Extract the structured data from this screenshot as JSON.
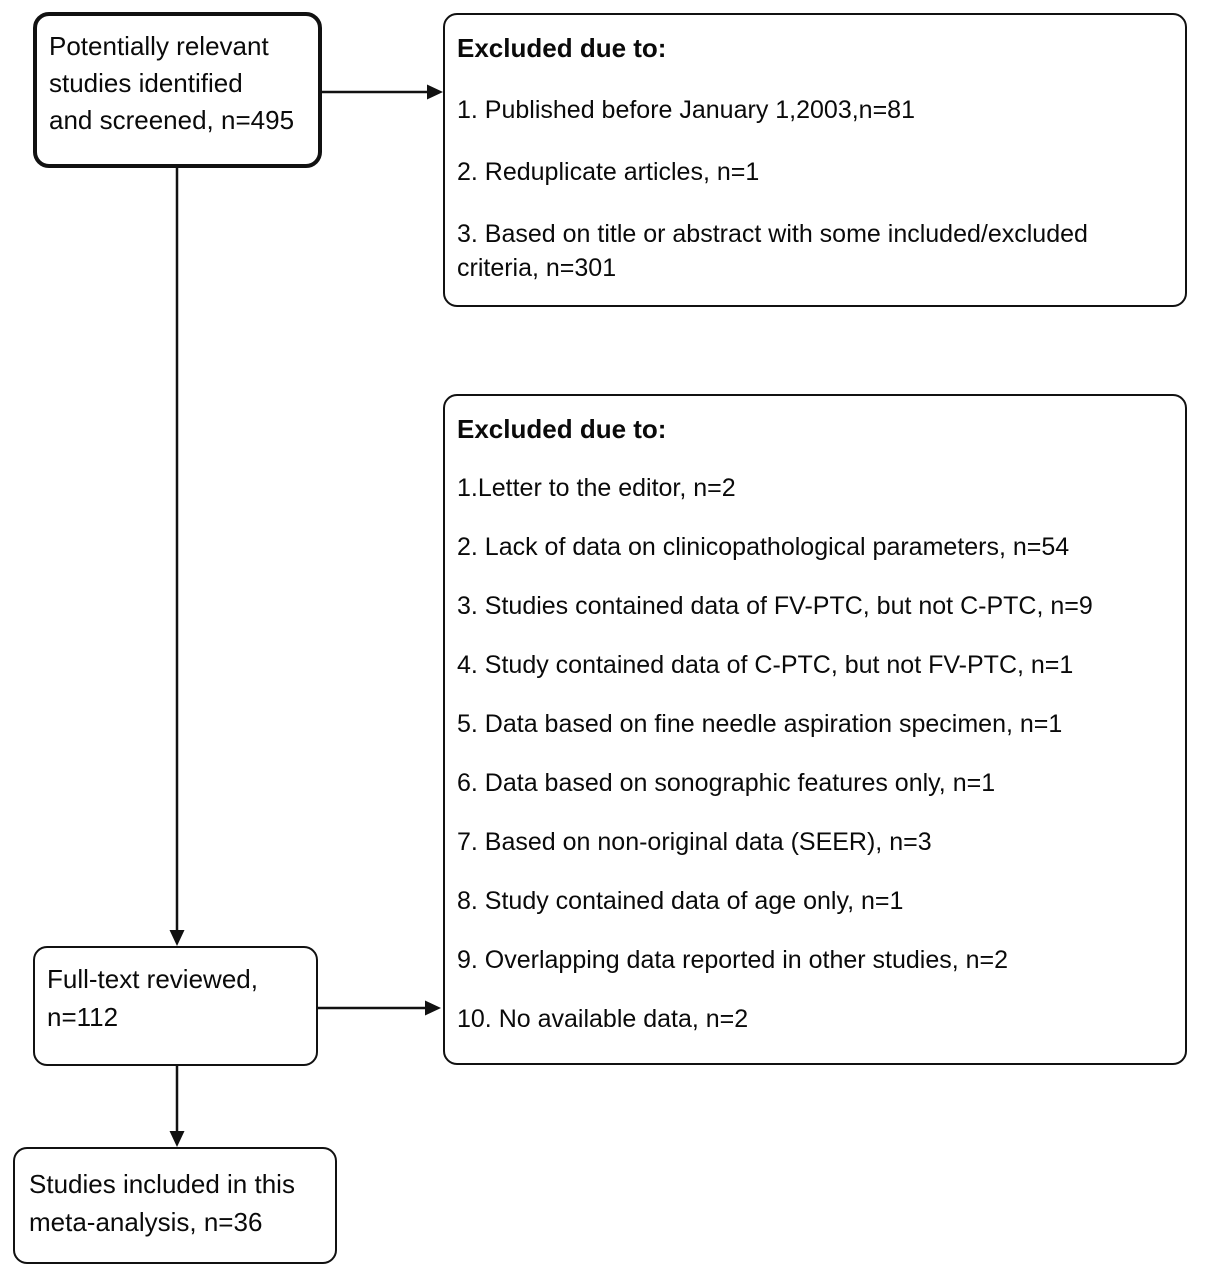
{
  "flowchart": {
    "screened_box": {
      "lines": [
        "Potentially relevant",
        "studies identified",
        "and screened, n=495"
      ]
    },
    "excluded_box_1": {
      "title": "Excluded due to:",
      "items": [
        "1. Published before January 1,2003,n=81",
        "2. Reduplicate articles, n=1",
        "3. Based on title or abstract with some included/excluded criteria, n=301"
      ]
    },
    "excluded_box_2": {
      "title": "Excluded due to:",
      "items": [
        "1.Letter to the editor, n=2",
        "2. Lack of data on clinicopathological parameters, n=54",
        "3. Studies contained data of FV-PTC, but not C-PTC, n=9",
        "4. Study contained data of C-PTC, but not FV-PTC, n=1",
        "5. Data based on fine needle aspiration specimen, n=1",
        "6. Data based on sonographic features only, n=1",
        "7. Based on non-original data (SEER), n=3",
        "8. Study contained data of age only, n=1",
        "9. Overlapping data reported in other studies, n=2",
        "10. No available data, n=2"
      ]
    },
    "fulltext_box": {
      "lines": [
        "Full-text reviewed,",
        "n=112"
      ]
    },
    "included_box": {
      "lines": [
        "Studies included in this",
        "meta-analysis, n=36"
      ]
    }
  }
}
